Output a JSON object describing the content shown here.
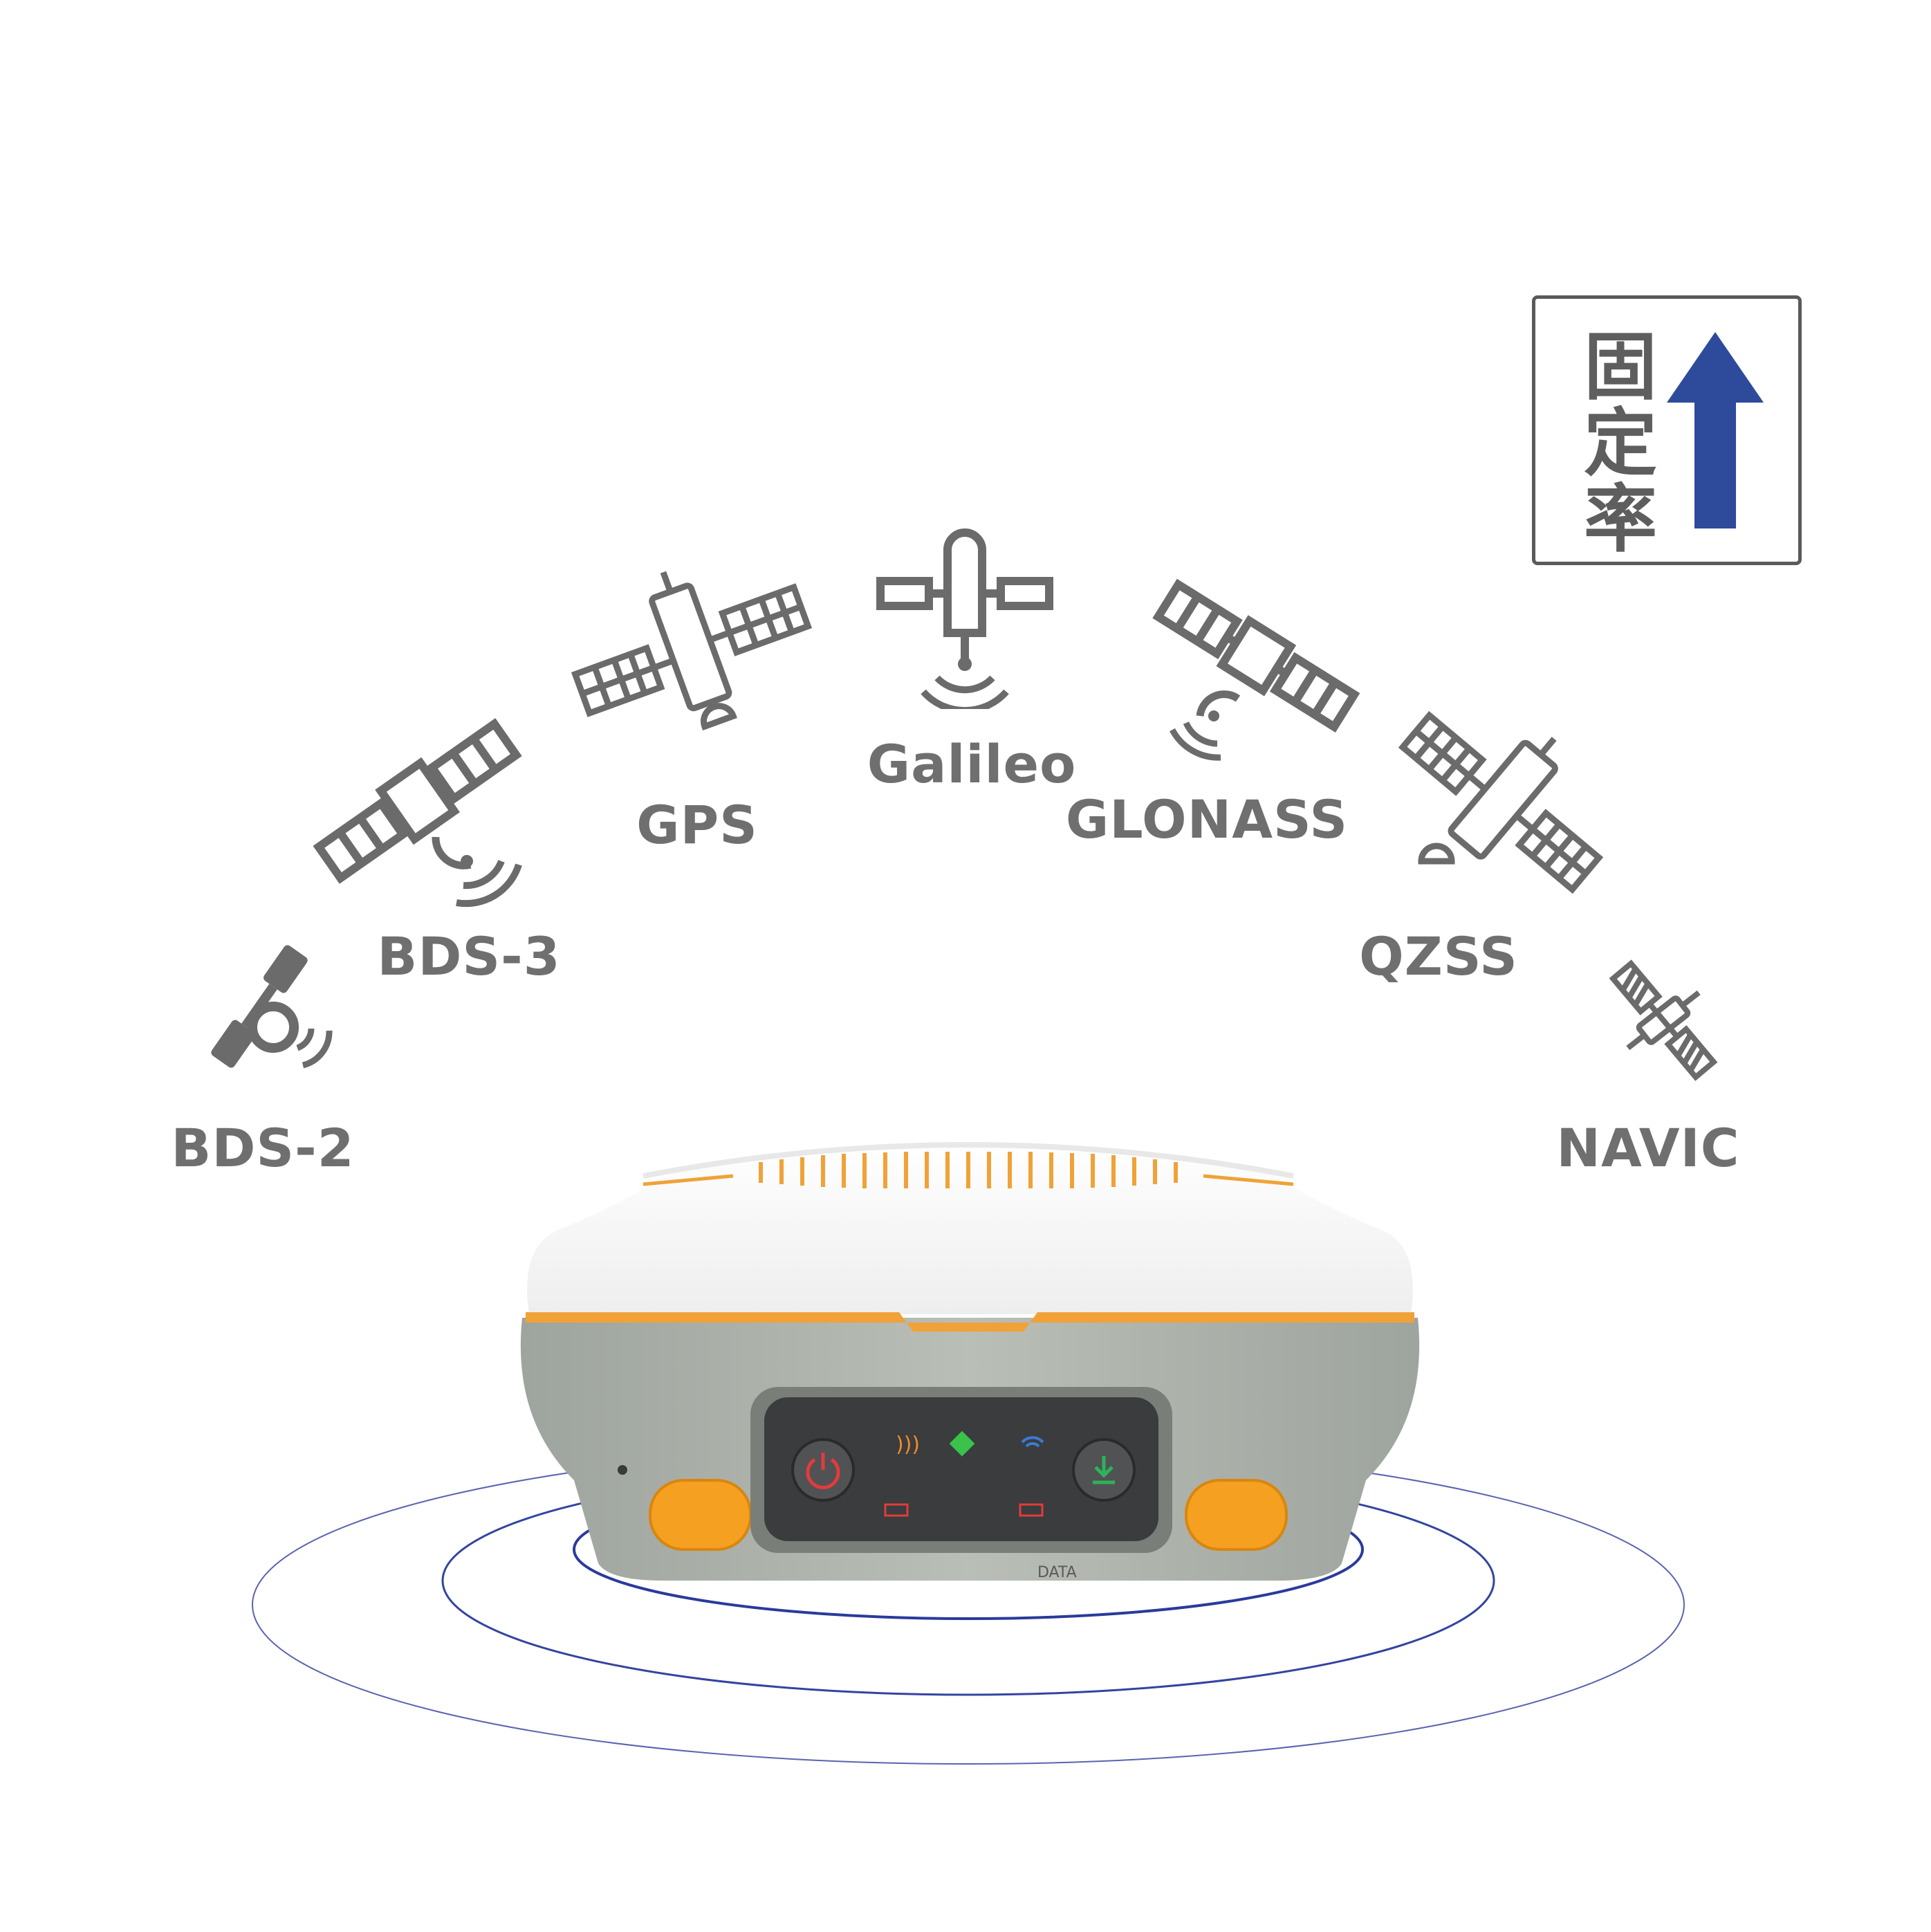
{
  "constellations": [
    {
      "name": "BDS-2",
      "icon": "satellite-round-icon"
    },
    {
      "name": "BDS-3",
      "icon": "satellite-panels-icon"
    },
    {
      "name": "GPS",
      "icon": "satellite-cylinder-icon"
    },
    {
      "name": "Galileo",
      "icon": "satellite-antenna-icon"
    },
    {
      "name": "GLONASS",
      "icon": "satellite-panels-icon"
    },
    {
      "name": "QZSS",
      "icon": "satellite-cylinder-icon"
    },
    {
      "name": "NAVIC",
      "icon": "satellite-striped-icon"
    }
  ],
  "badge": {
    "text": "固定率",
    "icon": "up-arrow-icon"
  },
  "device": {
    "port_label": "DATA"
  },
  "colors": {
    "icon_gray": "#6b6b6b",
    "arrow_blue": "#2e4a9a",
    "accent_orange": "#f0a238",
    "ring_blue": "#2a3aa0"
  }
}
